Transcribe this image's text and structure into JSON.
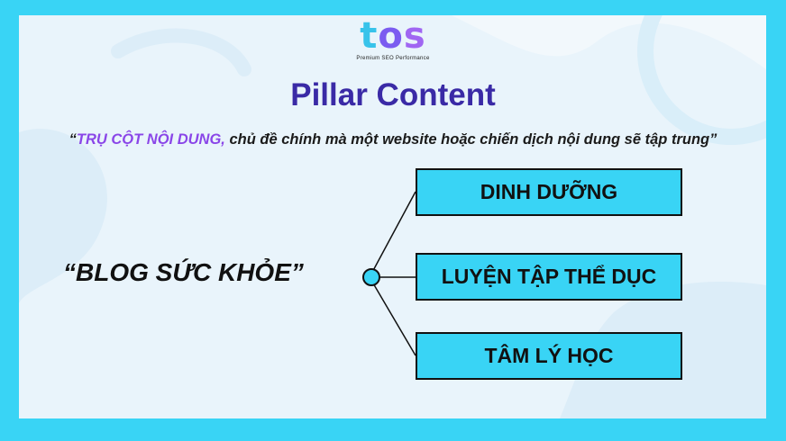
{
  "logo": {
    "part1": "t",
    "part2": "o",
    "part3": "s",
    "tagline": "Premium SEO Performance"
  },
  "title": "Pillar Content",
  "quote": {
    "open": "“",
    "highlight": "TRỤ CỘT NỘI DUNG,",
    "rest": " chủ đề chính mà một website hoặc chiến dịch nội dung sẽ tập trung”"
  },
  "topic": "“BLOG SỨC KHỎE”",
  "subtopics": [
    "DINH DƯỠNG",
    "LUYỆN TẬP THỂ DỤC",
    "TÂM LÝ HỌC"
  ],
  "colors": {
    "frame": "#39d4f5",
    "panel": "#e9f4fb",
    "title": "#3a2aa6",
    "highlight": "#8a46e8",
    "box": "#39d4f5"
  }
}
